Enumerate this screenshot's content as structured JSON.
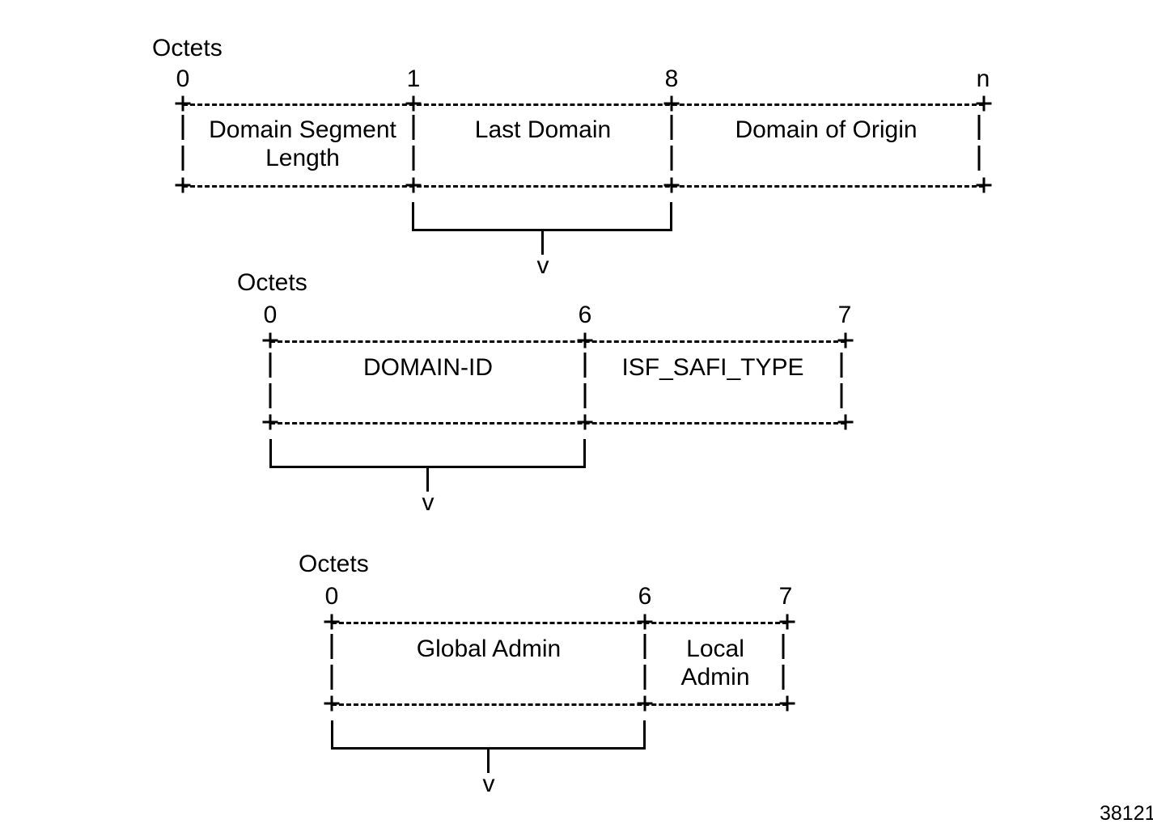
{
  "figure": {
    "number": "38121",
    "background_color": "#ffffff",
    "line_color": "#000000"
  },
  "diagrams": [
    {
      "id": "domain-segment",
      "octets_label": "Octets",
      "octet_ticks": [
        "0",
        "1",
        "8",
        "n"
      ],
      "fields": [
        {
          "label": "Domain Segment\nLength",
          "start_octet": "0",
          "end_octet": "1"
        },
        {
          "label": "Last Domain",
          "start_octet": "1",
          "end_octet": "8"
        },
        {
          "label": "Domain of Origin",
          "start_octet": "8",
          "end_octet": "n"
        }
      ],
      "expands_field_index": 1,
      "arrow_glyph": "v"
    },
    {
      "id": "last-domain",
      "octets_label": "Octets",
      "octet_ticks": [
        "0",
        "6",
        "7"
      ],
      "fields": [
        {
          "label": "DOMAIN-ID",
          "start_octet": "0",
          "end_octet": "6"
        },
        {
          "label": "ISF_SAFI_TYPE",
          "start_octet": "6",
          "end_octet": "7"
        }
      ],
      "expands_field_index": 0,
      "arrow_glyph": "v"
    },
    {
      "id": "domain-id",
      "octets_label": "Octets",
      "octet_ticks": [
        "0",
        "6",
        "7"
      ],
      "fields": [
        {
          "label": "Global Admin",
          "start_octet": "0",
          "end_octet": "6"
        },
        {
          "label": "Local\nAdmin",
          "start_octet": "6",
          "end_octet": "7"
        }
      ],
      "expands_field_index": 0,
      "arrow_glyph": "v"
    }
  ]
}
